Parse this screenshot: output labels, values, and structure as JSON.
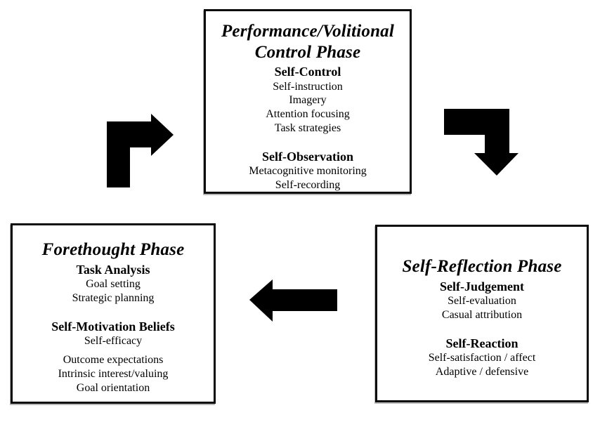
{
  "page": {
    "background": "#ffffff",
    "ink": "#000000",
    "arrow_color": "#000000"
  },
  "performance_box": {
    "title_line1": "Performance/Volitional",
    "title_line2": "Control Phase",
    "sections": [
      {
        "heading": "Self-Control",
        "items": [
          "Self-instruction",
          "Imagery",
          "Attention focusing",
          "Task strategies"
        ]
      },
      {
        "heading": "Self-Observation",
        "items": [
          "Metacognitive monitoring",
          "Self-recording"
        ]
      }
    ]
  },
  "forethought_box": {
    "title": "Forethought Phase",
    "sections": [
      {
        "heading": "Task Analysis",
        "items": [
          "Goal setting",
          "Strategic planning"
        ]
      },
      {
        "heading": "Self-Motivation Beliefs",
        "items": [
          "Self-efficacy",
          "Outcome expectations",
          "Intrinsic interest/valuing",
          "Goal orientation"
        ]
      }
    ]
  },
  "reflection_box": {
    "title": "Self-Reflection Phase",
    "sections": [
      {
        "heading": "Self-Judgement",
        "items": [
          "Self-evaluation",
          "Casual attribution"
        ]
      },
      {
        "heading": "Self-Reaction",
        "items": [
          "Self-satisfaction / affect",
          "Adaptive / defensive"
        ]
      }
    ]
  },
  "arrows": [
    {
      "name": "forethought-to-performance",
      "direction": "up-then-right"
    },
    {
      "name": "performance-to-reflection",
      "direction": "right-then-down"
    },
    {
      "name": "reflection-to-forethought",
      "direction": "left"
    }
  ]
}
